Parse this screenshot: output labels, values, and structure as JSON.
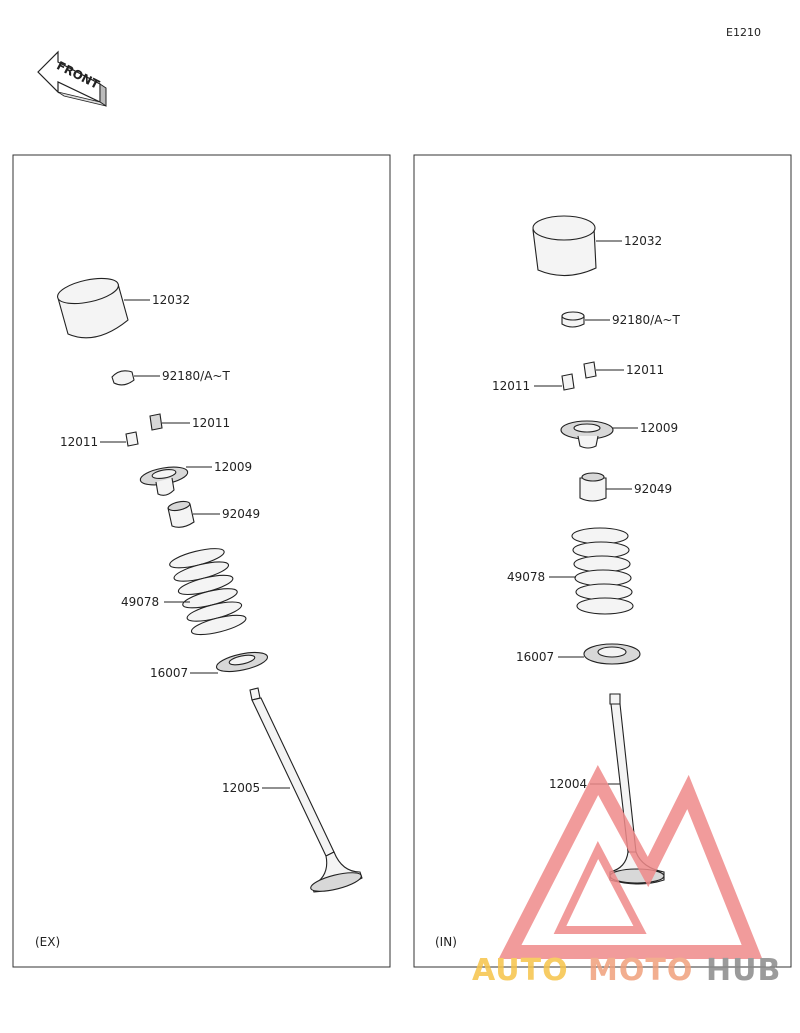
{
  "diagram_code": "E1210",
  "front_label": "FRONT",
  "panels": {
    "exhaust": {
      "caption": "(EX)",
      "parts": {
        "lifter": "12032",
        "shim": "92180/A~T",
        "cotter_right": "12011",
        "cotter_left": "12011",
        "retainer": "12009",
        "seal": "92049",
        "spring": "49078",
        "seat": "16007",
        "valve": "12005"
      }
    },
    "intake": {
      "caption": "(IN)",
      "parts": {
        "lifter": "12032",
        "shim": "92180/A~T",
        "cotter_right": "12011",
        "cotter_left": "12011",
        "retainer": "12009",
        "seal": "92049",
        "spring": "49078",
        "seat": "16007",
        "valve": "12004"
      }
    }
  },
  "watermark": {
    "part1": "AUTO",
    "part2": "MOTO",
    "part3": "HUB",
    "colors": {
      "triangle": "#ef8a8a",
      "auto": "#f6c44a",
      "moto": "#f0a07c",
      "hub": "#8a8a8a"
    }
  }
}
